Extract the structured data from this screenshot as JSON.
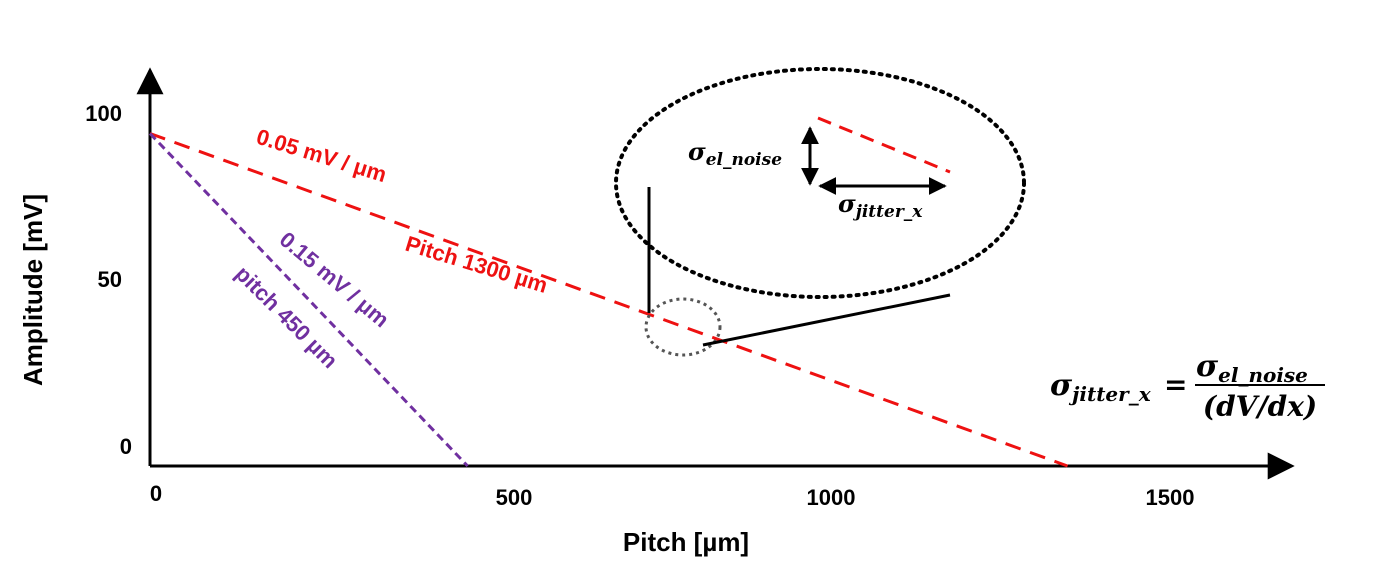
{
  "chart_data": {
    "type": "line",
    "xlabel": "Pitch [µm]",
    "ylabel": "Amplitude [mV]",
    "xlim": [
      0,
      1650
    ],
    "ylim": [
      0,
      105
    ],
    "x_ticks": [
      "0",
      "500",
      "1000",
      "1500"
    ],
    "y_ticks": [
      "0",
      "50",
      "100"
    ],
    "series": [
      {
        "color": "#ee1111",
        "dash": "long",
        "x": [
          0,
          1300
        ],
        "y": [
          95,
          0
        ],
        "slope_label": "0.05 mV / μm",
        "pitch_label": "Pitch 1300 µm"
      },
      {
        "color": "#7030a0",
        "dash": "short",
        "x": [
          0,
          450
        ],
        "y": [
          95,
          0
        ],
        "slope_label": "0.15 mV / μm",
        "pitch_label": "pitch 450 µm"
      }
    ]
  },
  "inset": {
    "noise_symbol": "σ",
    "noise_subscript": "el_noise",
    "jitter_symbol": "σ",
    "jitter_subscript": "jitter_x"
  },
  "formula": {
    "lhs_symbol": "σ",
    "lhs_subscript": "jitter_x",
    "equals": "=",
    "num_symbol": "σ",
    "num_subscript": "el_noise",
    "denominator": "(dV/dx)"
  }
}
